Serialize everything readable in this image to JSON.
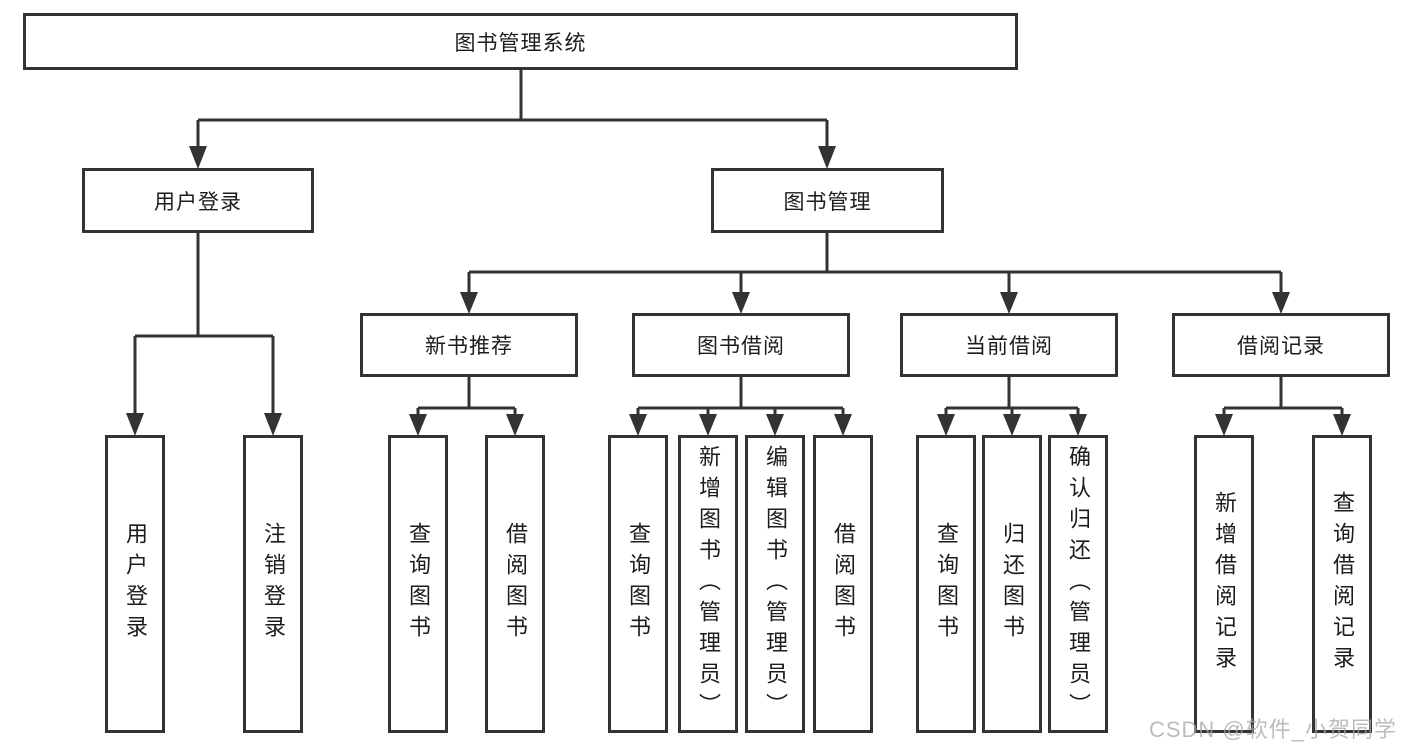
{
  "diagram_type": "hierarchy-tree",
  "colors": {
    "line": "#333333",
    "box_border": "#333333",
    "text": "#1c1c1c",
    "background": "#ffffff",
    "watermark": "#a6a6a6"
  },
  "tree": {
    "root": {
      "label": "图书管理系统",
      "children": [
        {
          "label": "用户登录",
          "children": [
            {
              "label": "用户登录"
            },
            {
              "label": "注销登录"
            }
          ]
        },
        {
          "label": "图书管理",
          "children": [
            {
              "label": "新书推荐",
              "children": [
                {
                  "label": "查询图书"
                },
                {
                  "label": "借阅图书"
                }
              ]
            },
            {
              "label": "图书借阅",
              "children": [
                {
                  "label": "查询图书"
                },
                {
                  "label": "新增图书（管理员）"
                },
                {
                  "label": "编辑图书（管理员）"
                },
                {
                  "label": "借阅图书"
                }
              ]
            },
            {
              "label": "当前借阅",
              "children": [
                {
                  "label": "查询图书"
                },
                {
                  "label": "归还图书"
                },
                {
                  "label": "确认归还（管理员）"
                }
              ]
            },
            {
              "label": "借阅记录",
              "children": [
                {
                  "label": "新增借阅记录"
                },
                {
                  "label": "查询借阅记录"
                }
              ]
            }
          ]
        }
      ]
    }
  },
  "watermark": "CSDN @软件_小贺同学"
}
